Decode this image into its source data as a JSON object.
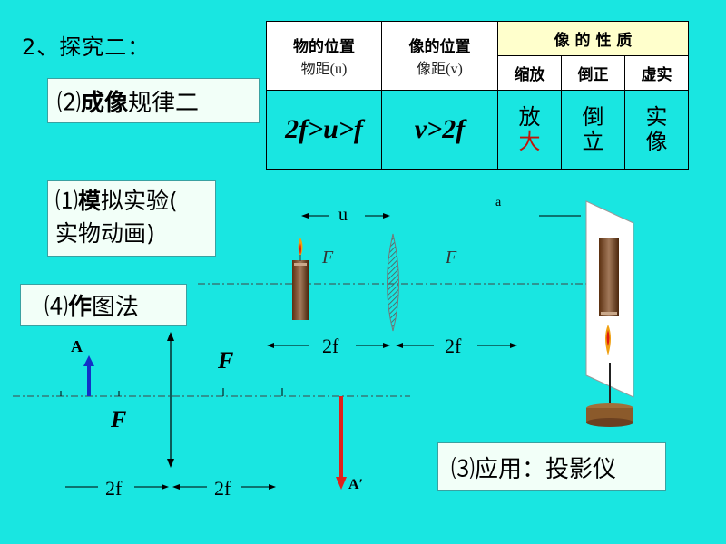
{
  "title": "2、探究二：",
  "rule_box": {
    "paren": "⑵",
    "bold": "成像",
    "rest": "规律二"
  },
  "table": {
    "col1_main": "物的位置",
    "col1_sub": "物距(u)",
    "col2_main": "像的位置",
    "col2_sub": "像距(v)",
    "props_header": "像 的 性 质",
    "prop_headers": [
      "缩放",
      "倒正",
      "虚实"
    ],
    "row": {
      "object_pos": "2f>u>f",
      "image_pos": "v>2f",
      "scale": [
        "放",
        "大"
      ],
      "orientation": [
        "倒",
        "立"
      ],
      "nature": [
        "实",
        "像"
      ]
    }
  },
  "simulate_box": {
    "paren": "⑴",
    "bold": "模",
    "rest1": "拟实验(",
    "rest2": "实物动画)"
  },
  "draw_box": {
    "paren": "⑷",
    "bold": "作",
    "rest": "图法"
  },
  "apply_box": {
    "paren": "⑶",
    "rest": "应用：投影仪"
  },
  "experiment": {
    "u_label": "u",
    "a_label": "a",
    "f_left": "F",
    "f_right": "F",
    "twof_left": "2f",
    "twof_right": "2f"
  },
  "ray_diagram": {
    "point_A": "A",
    "point_A_prime": "A′",
    "f_upper": "F",
    "f_lower": "F",
    "twof_left": "2f",
    "twof_right": "2f"
  },
  "colors": {
    "background": "#19e6e1",
    "arrow_object": "#1230c8",
    "arrow_image": "#e0201a",
    "box_bg": "#f2fff8"
  }
}
